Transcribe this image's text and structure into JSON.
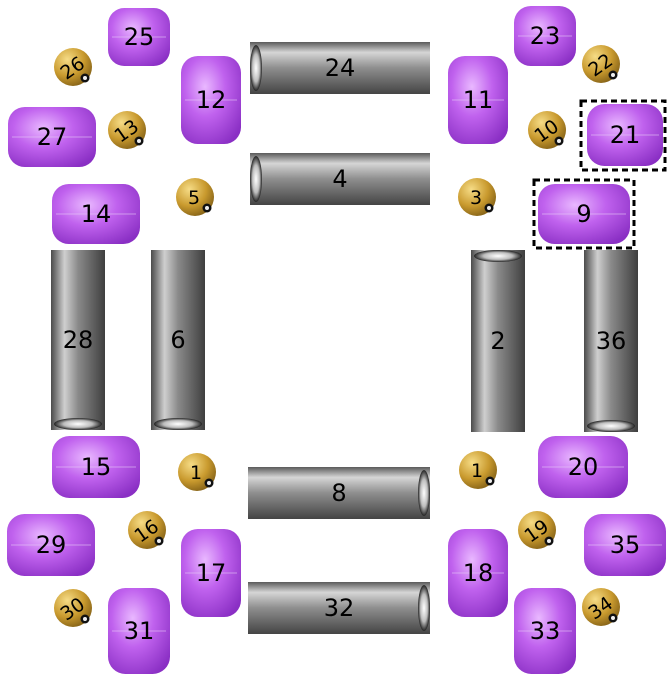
{
  "colors": {
    "bead": "#b04fe0",
    "ball": "#c99a2e",
    "tube": "#8c8c8c",
    "selection": "#000000"
  },
  "beads": [
    {
      "id": "bead-25",
      "label": "25"
    },
    {
      "id": "bead-12",
      "label": "12"
    },
    {
      "id": "bead-27",
      "label": "27"
    },
    {
      "id": "bead-14",
      "label": "14"
    },
    {
      "id": "bead-23",
      "label": "23"
    },
    {
      "id": "bead-11",
      "label": "11"
    },
    {
      "id": "bead-21",
      "label": "21",
      "selected": true
    },
    {
      "id": "bead-9",
      "label": "9",
      "selected": true
    },
    {
      "id": "bead-15",
      "label": "15"
    },
    {
      "id": "bead-29",
      "label": "29"
    },
    {
      "id": "bead-17",
      "label": "17"
    },
    {
      "id": "bead-31",
      "label": "31"
    },
    {
      "id": "bead-20",
      "label": "20"
    },
    {
      "id": "bead-35",
      "label": "35"
    },
    {
      "id": "bead-18",
      "label": "18"
    },
    {
      "id": "bead-33",
      "label": "33"
    }
  ],
  "balls": [
    {
      "id": "ball-26",
      "label": "26"
    },
    {
      "id": "ball-13",
      "label": "13"
    },
    {
      "id": "ball-5",
      "label": "5"
    },
    {
      "id": "ball-22",
      "label": "22"
    },
    {
      "id": "ball-10",
      "label": "10"
    },
    {
      "id": "ball-3",
      "label": "3"
    },
    {
      "id": "ball-1a",
      "label": "1"
    },
    {
      "id": "ball-16",
      "label": "16"
    },
    {
      "id": "ball-30",
      "label": "30"
    },
    {
      "id": "ball-1b",
      "label": "1"
    },
    {
      "id": "ball-19",
      "label": "19"
    },
    {
      "id": "ball-34",
      "label": "34"
    }
  ],
  "tubes": [
    {
      "id": "tube-24",
      "label": "24",
      "orientation": "horizontal"
    },
    {
      "id": "tube-4",
      "label": "4",
      "orientation": "horizontal"
    },
    {
      "id": "tube-8",
      "label": "8",
      "orientation": "horizontal"
    },
    {
      "id": "tube-32",
      "label": "32",
      "orientation": "horizontal"
    },
    {
      "id": "tube-28",
      "label": "28",
      "orientation": "vertical"
    },
    {
      "id": "tube-6",
      "label": "6",
      "orientation": "vertical"
    },
    {
      "id": "tube-2",
      "label": "2",
      "orientation": "vertical"
    },
    {
      "id": "tube-36",
      "label": "36",
      "orientation": "vertical"
    }
  ]
}
